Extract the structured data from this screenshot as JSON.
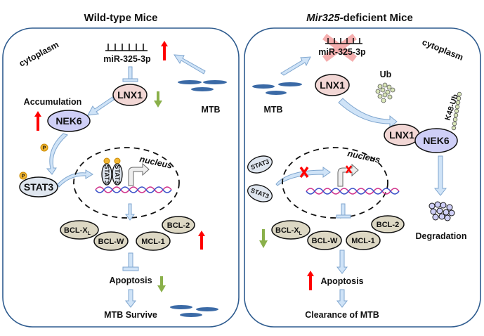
{
  "colors": {
    "cell_border": "#2f5c8f",
    "flow_arrow_fill": "#cfe3f7",
    "flow_arrow_stroke": "#7fa6cf",
    "up_arrow": "#ff0000",
    "down_arrow": "#8ab04a",
    "lnx1_fill": "#f2d7d5",
    "nek6_fill": "#cfcff7",
    "stat3_fill": "#dfe6ef",
    "bcl_fill": "#ddd8c4",
    "mtb_fill": "#3b6aa6",
    "ub_fill": "#d9e6b8",
    "phospho_fill": "#f2b632",
    "knockout_cross": "#f4a0a0",
    "block_cross": "#ff0000"
  },
  "left_panel": {
    "title": "Wild-type Mice",
    "compartment": "cytoplasm",
    "mirna": "miR-325-3p",
    "lnx1": "LNX1",
    "nek6": "NEK6",
    "nek6_note": "Accumulation",
    "stat3": "STAT3",
    "stat3_dimer": [
      "STAT3",
      "STAT3"
    ],
    "phospho": "P",
    "nucleus": "nucleus",
    "mtb": "MTB",
    "bcl_proteins": {
      "bclxl": "BCL-X",
      "bclxl_sub": "L",
      "bclw": "BCL-W",
      "mcl1": "MCL-1",
      "bcl2": "BCL-2"
    },
    "apoptosis": "Apoptosis",
    "outcome": "MTB Survive",
    "regulation": {
      "mirna": "up",
      "lnx1": "down",
      "nek6": "up",
      "bcl": "up",
      "apoptosis": "down"
    }
  },
  "right_panel": {
    "title_italic": "Mir325",
    "title_rest": "-deficient Mice",
    "compartment": "cytoplasm",
    "mirna": "miR-325-3p",
    "mirna_status": "knocked-out",
    "mtb": "MTB",
    "lnx1": "LNX1",
    "ub": "Ub",
    "complex": [
      "LNX1",
      "NEK6"
    ],
    "chain": "K48-Ub",
    "stat3": [
      "STAT3",
      "STAT3"
    ],
    "nucleus": "nucleus",
    "degradation": "Degradation",
    "bcl_proteins": {
      "bclxl": "BCL-X",
      "bclxl_sub": "L",
      "bclw": "BCL-W",
      "mcl1": "MCL-1",
      "bcl2": "BCL-2"
    },
    "apoptosis": "Apoptosis",
    "outcome": "Clearance of MTB",
    "regulation": {
      "bcl": "down",
      "apoptosis": "up"
    }
  }
}
